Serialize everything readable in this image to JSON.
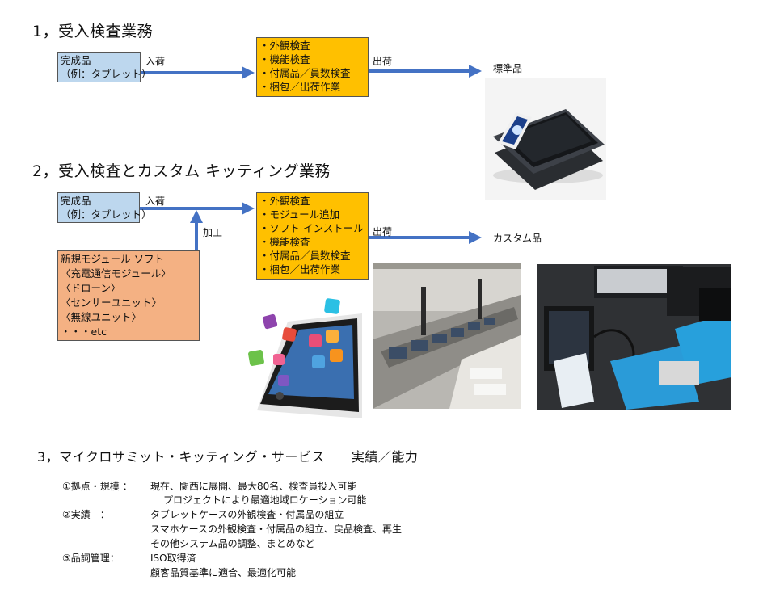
{
  "section1": {
    "title": "1，受入検査業務",
    "source_box": [
      "完成品",
      "（例：タブレット）"
    ],
    "in_label": "入荷",
    "process_box": [
      "・外観検査",
      "・機能検査",
      "・付属品／員数検査",
      "・梱包／出荷作業"
    ],
    "out_label": "出荷",
    "result_label": "標準品"
  },
  "section2": {
    "title": "2，受入検査とカスタム キッティング業務",
    "source_box": [
      "完成品",
      "（例：タブレット）"
    ],
    "in_label": "入荷",
    "process_label": "加工",
    "module_box": [
      "新規モジュール ソフト",
      "〈充電通信モジュール〉",
      "〈ドローン〉",
      "〈センサーユニット〉",
      "〈無線ユニット〉",
      "・・・etc"
    ],
    "process_box": [
      "・外観検査",
      "・モジュール追加",
      "・ソフト インストール",
      "・機能検査",
      "・付属品／員数検査",
      "・梱包／出荷作業"
    ],
    "out_label": "出荷",
    "result_label": "カスタム品"
  },
  "section3": {
    "title": "3，マイクロサミット・キッティング・サービス　　実績／能力",
    "items": [
      {
        "label": "①拠点・規模 ：",
        "lines": [
          "現在、関西に展開、最大80名、検査員投入可能",
          "プロジェクトにより最適地域ロケーション可能"
        ]
      },
      {
        "label": "②実績　：",
        "lines": [
          "タブレットケースの外観検査・付属品の組立",
          "スマホケースの外観検査・付属品の組立、戻品検査、再生",
          "その他システム品の調整、まとめなど"
        ]
      },
      {
        "label": "③品詞管理：",
        "lines": [
          "ISO取得済",
          "顧客品質基準に適合、最適化可能"
        ]
      }
    ]
  },
  "colors": {
    "arrow": "#4472c4",
    "source_box": "#bdd7ee",
    "process_box": "#ffc000",
    "module_box": "#f4b183"
  }
}
